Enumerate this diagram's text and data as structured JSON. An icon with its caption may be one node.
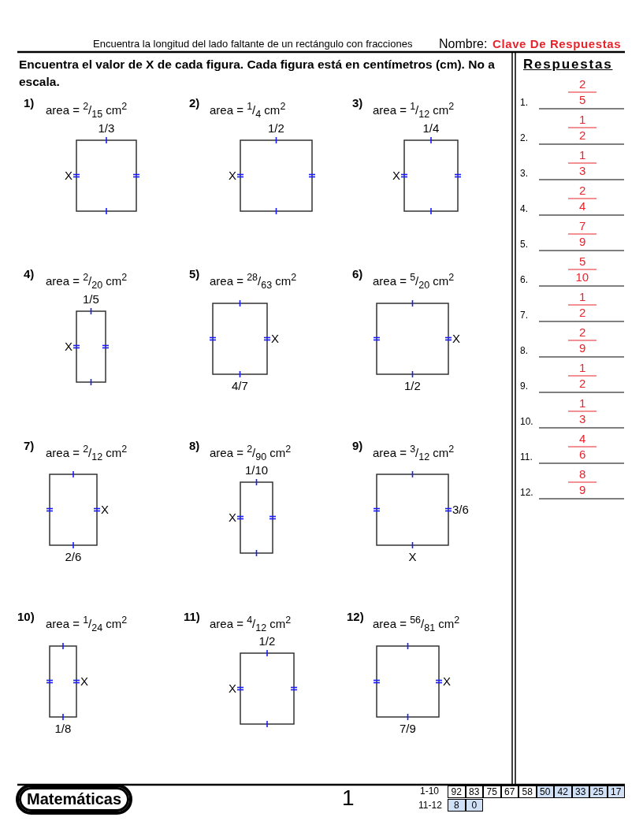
{
  "diagram": {
    "title": "Encuentra la longitud del lado faltante de un rectángulo con fracciones",
    "labels": [
      "Nombre:",
      "Clave De Respuestas",
      "Encuentra el valor de X de cada figura. Cada figura está en centímetros (cm). No a escala.",
      "Respuestas",
      "1)",
      "area = $^{2}$/$_{15}$ cm$^{2}$",
      "1/3",
      "X",
      "2)",
      "area = $^{1}$/$_{4}$ cm$^{2}$",
      "1/2",
      "X",
      "3)",
      "area = $^{1}$/$_{12}$ cm$^{2}$",
      "1/4",
      "X",
      "4)",
      "area = $^{2}$/$_{20}$ cm$^{2}$",
      "1/5",
      "X",
      "5)",
      "area = $^{28}$/$_{63}$ cm$^{2}$",
      "X",
      "4/7",
      "6)",
      "area = $^{5}$/$_{20}$ cm$^{2}$",
      "X",
      "1/2",
      "7)",
      "area = $^{2}$/$_{12}$ cm$^{2}$",
      "X",
      "2/6",
      "8)",
      "area = $^{2}$/$_{90}$ cm$^{2}$",
      "1/10",
      "X",
      "9)",
      "area = $^{3}$/$_{12}$ cm$^{2}$",
      "3/6",
      "X",
      "10)",
      "area = $^{1}$/$_{24}$ cm$^{2}$",
      "X",
      "1/8",
      "11)",
      "area = $^{4}$/$_{12}$ cm$^{2}$",
      "1/2",
      "X",
      "12)",
      "area = $^{56}$/$_{81}$ cm$^{2}$",
      "X",
      "7/9",
      "1.",
      "2",
      "5",
      "2.",
      "1",
      "2",
      "3.",
      "1",
      "3",
      "4.",
      "2",
      "4",
      "5.",
      "7",
      "9",
      "6.",
      "5",
      "10",
      "7.",
      "1",
      "2",
      "8.",
      "2",
      "9",
      "9.",
      "1",
      "2",
      "10.",
      "1",
      "3",
      "11.",
      "4",
      "6",
      "12.",
      "8",
      "9",
      "Matemáticas",
      "1",
      "1-10",
      "92",
      "83",
      "75",
      "67",
      "58",
      "50",
      "42",
      "33",
      "25",
      "17",
      "11-12",
      "8",
      "0"
    ]
  }
}
